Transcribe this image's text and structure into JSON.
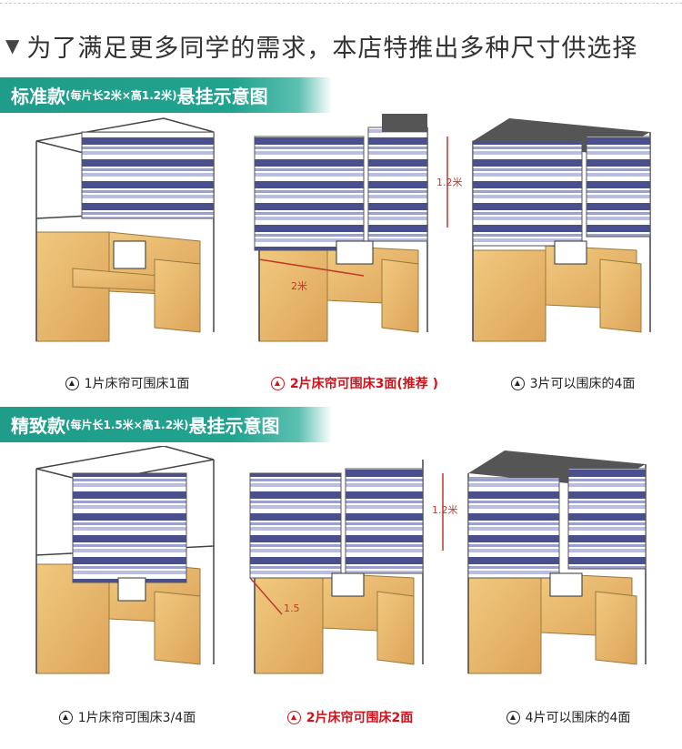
{
  "headline": "为了满足更多同学的需求，本店特推出多种尺寸供选择",
  "sections": [
    {
      "title_main": "标准款",
      "title_sub": "(每片长2米×高1.2米)",
      "title_tail": "悬挂示意图",
      "panels": [
        {
          "caption": "1片床帘可围床1面",
          "highlight": false
        },
        {
          "caption": "2片床帘可围床3面(推荐 )",
          "highlight": true,
          "dim_height": "1.2米",
          "dim_width": "2米"
        },
        {
          "caption": "3片可以围床的4面",
          "highlight": false
        }
      ]
    },
    {
      "title_main": "精致款",
      "title_sub": "(每片长1.5米×高1.2米)",
      "title_tail": "悬挂示意图",
      "panels": [
        {
          "caption": "1片床帘可围床3/4面",
          "highlight": false
        },
        {
          "caption": "2片床帘可围床2面",
          "highlight": true,
          "dim_height": "1.2米",
          "dim_width": "1.5"
        },
        {
          "caption": "4片可以围床的4面",
          "highlight": false
        }
      ]
    }
  ],
  "colors": {
    "banner": "#20a38f",
    "stripe_dark": "#4a4f8e",
    "stripe_light": "#9aa0cf",
    "wood": "#e8b86a",
    "highlight_text": "#d0121a"
  }
}
